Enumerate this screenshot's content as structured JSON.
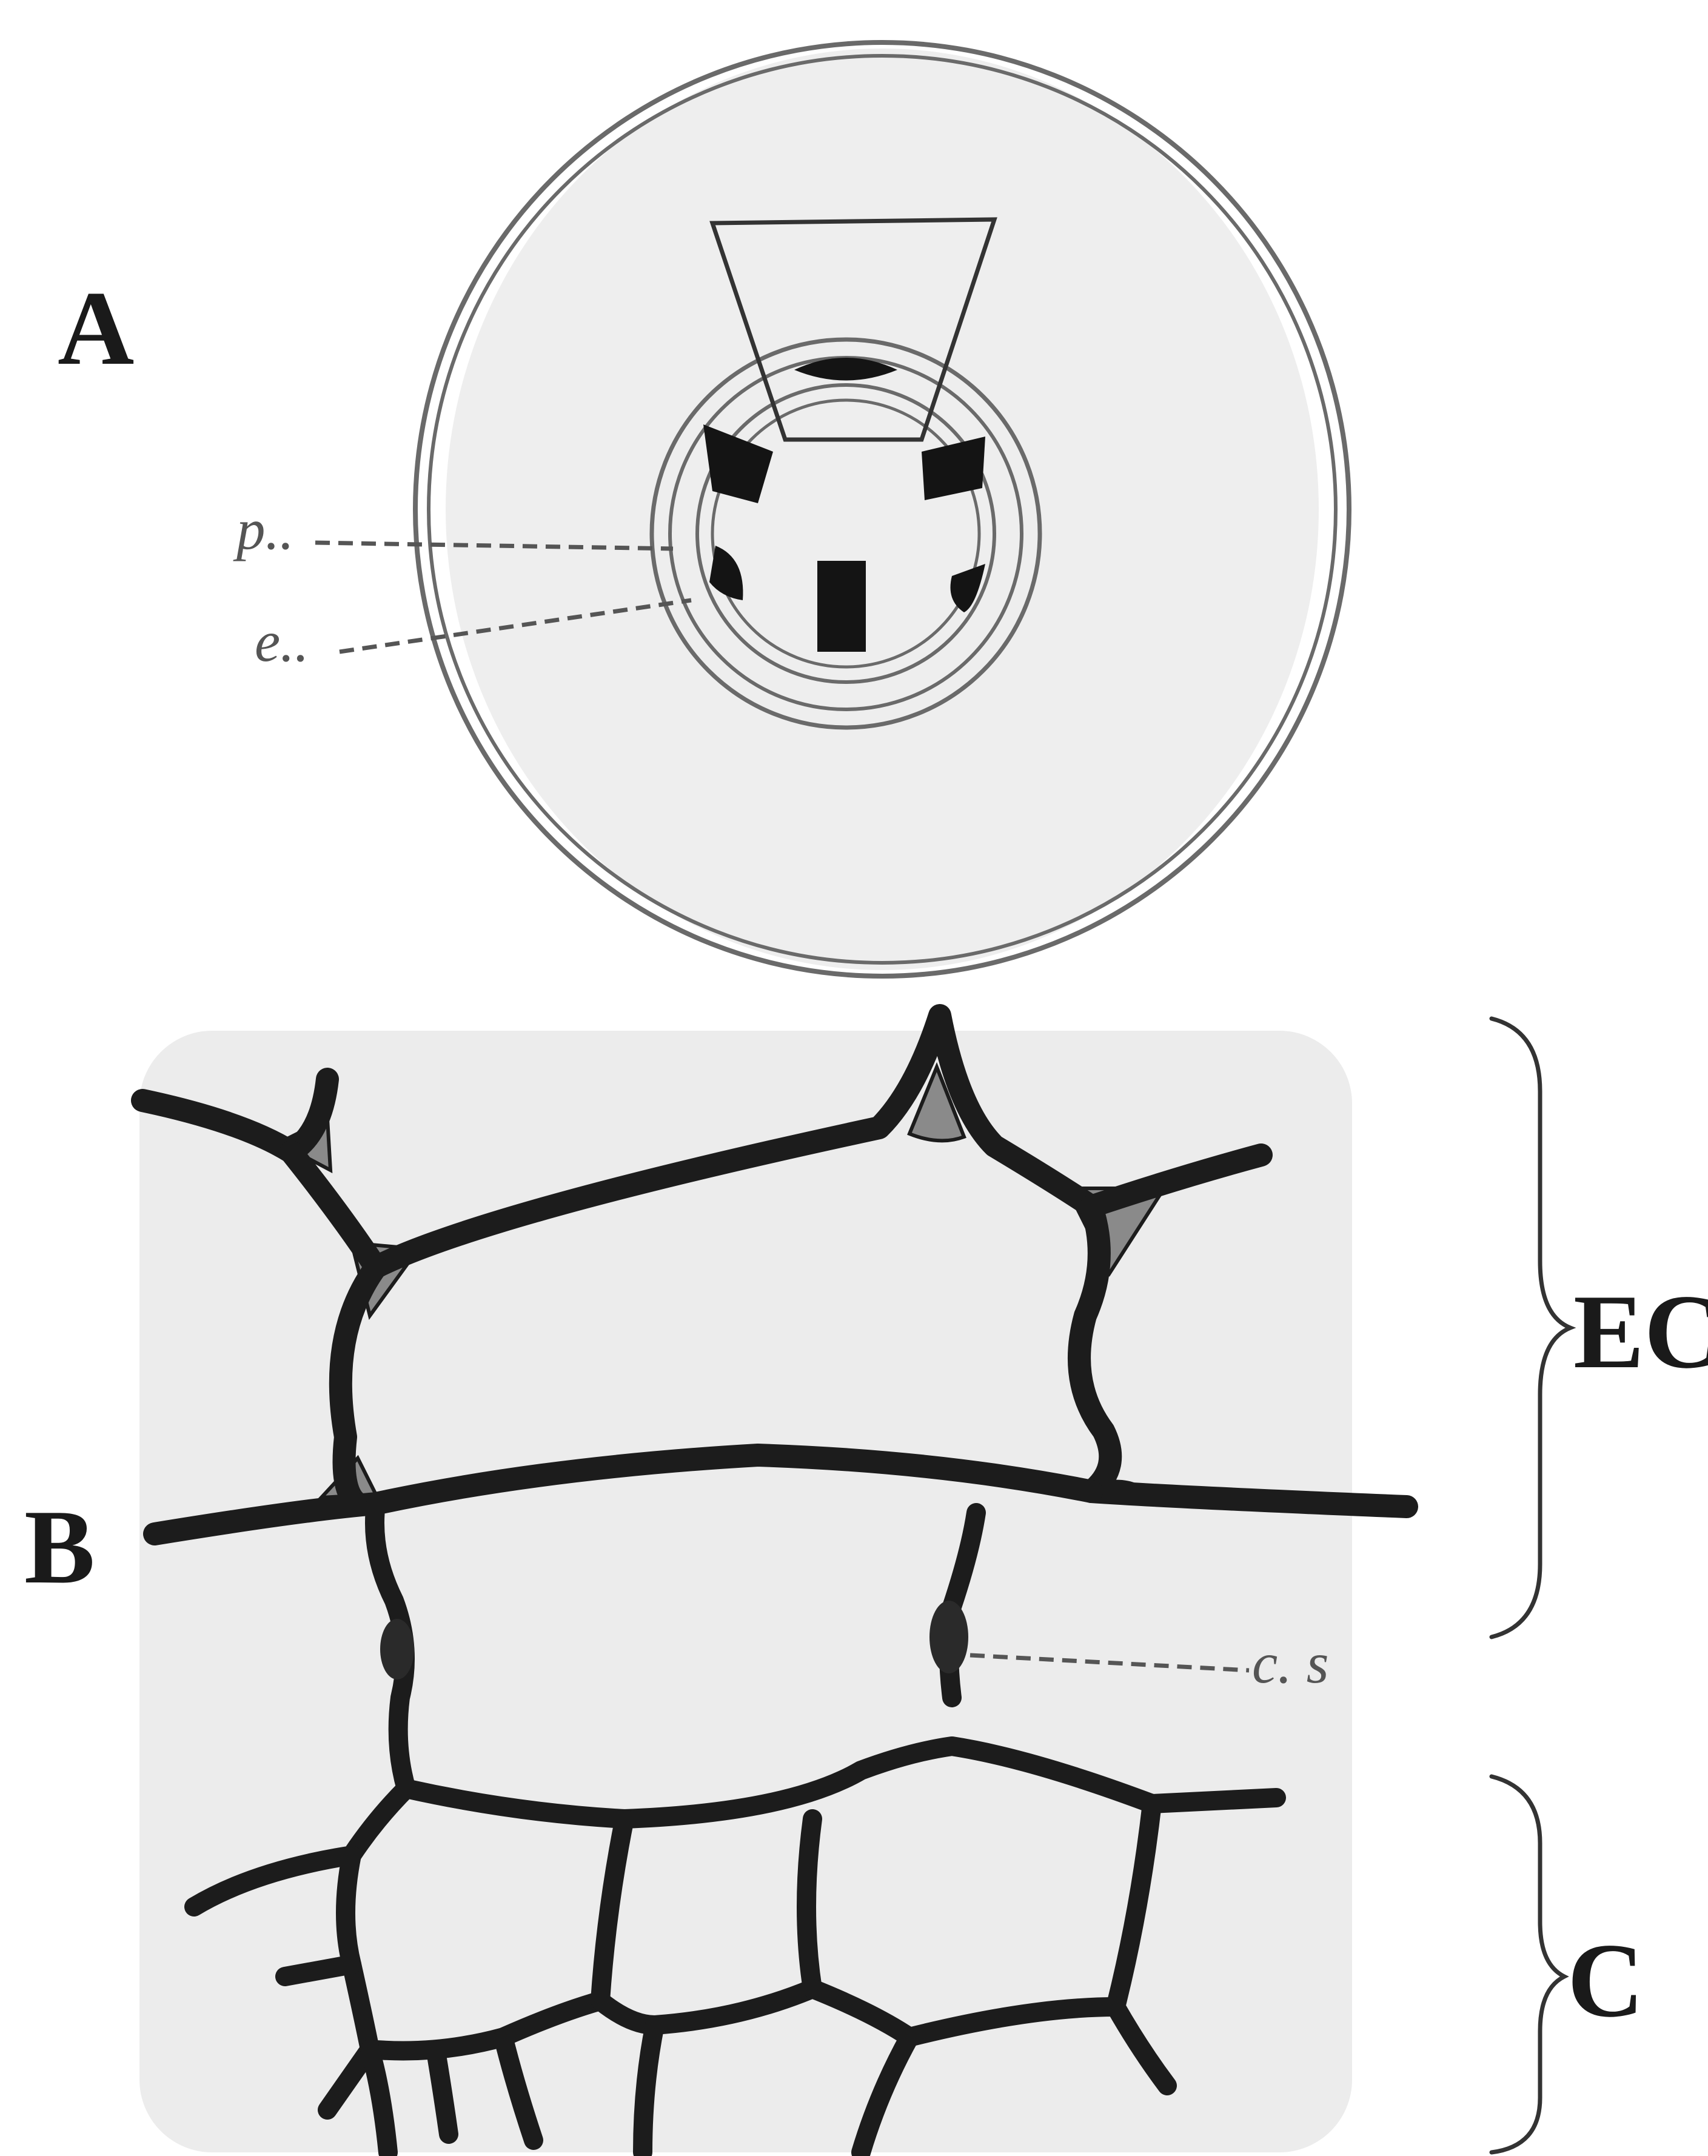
{
  "labels": {
    "panel_a": "A",
    "panel_b": "B",
    "ec": "EC",
    "c": "C",
    "p": "p..",
    "e": "e..",
    "cs": "c. s"
  }
}
